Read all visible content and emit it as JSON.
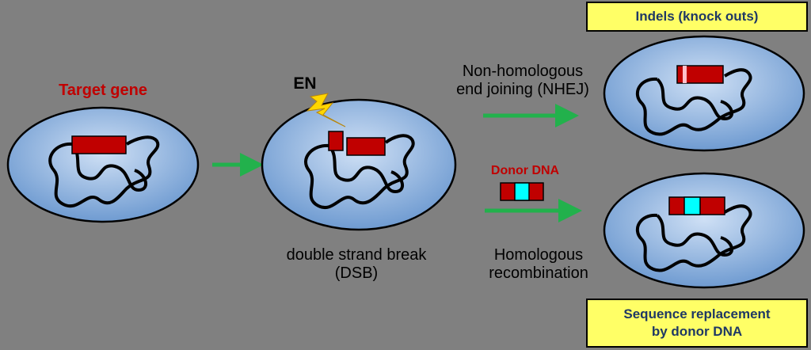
{
  "labels": {
    "target_gene": "Target gene",
    "en": "EN",
    "dsb_line1": "double strand break",
    "dsb_line2": "(DSB)",
    "nhej_line1": "Non-homologous",
    "nhej_line2": "end joining (NHEJ)",
    "donor_dna": "Donor DNA",
    "hr_line1": "Homologous",
    "hr_line2": "recombination"
  },
  "outcomes": {
    "indels": "Indels (knock outs)",
    "replacement_line1": "Sequence replacement",
    "replacement_line2": "by donor DNA"
  },
  "colors": {
    "background": "#808080",
    "cell_fill": "#8fb4e3",
    "gene_red": "#c00000",
    "arrow_green": "#22b14c",
    "donor_cyan": "#00ffff",
    "bolt_yellow": "#ffd700",
    "box_yellow": "#ffff66",
    "box_text": "#1f3864"
  }
}
